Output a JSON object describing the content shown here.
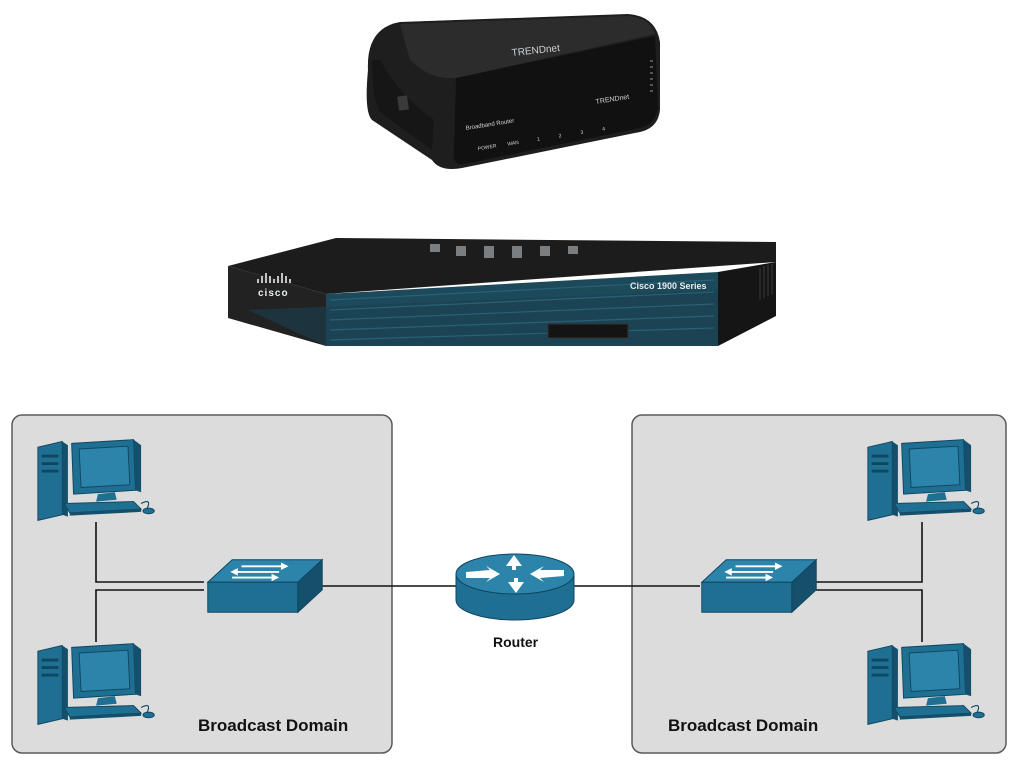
{
  "devices": {
    "trendnet": {
      "brand": "TRENDnet",
      "panel_title": "Broadband Router",
      "ports": [
        "POWER",
        "WAN",
        "1",
        "2",
        "3",
        "4"
      ]
    },
    "cisco": {
      "brand": "cisco",
      "series": "Cisco 1900 Series"
    }
  },
  "diagram": {
    "left_domain_label": "Broadcast Domain",
    "right_domain_label": "Broadcast Domain",
    "router_label": "Router"
  },
  "colors": {
    "device_blue": "#1f6f93",
    "device_dark": "#14506b",
    "device_light": "#2d84ab",
    "panel_fill": "#dcdcdc",
    "panel_stroke": "#5a5a5a",
    "line": "#111111"
  }
}
